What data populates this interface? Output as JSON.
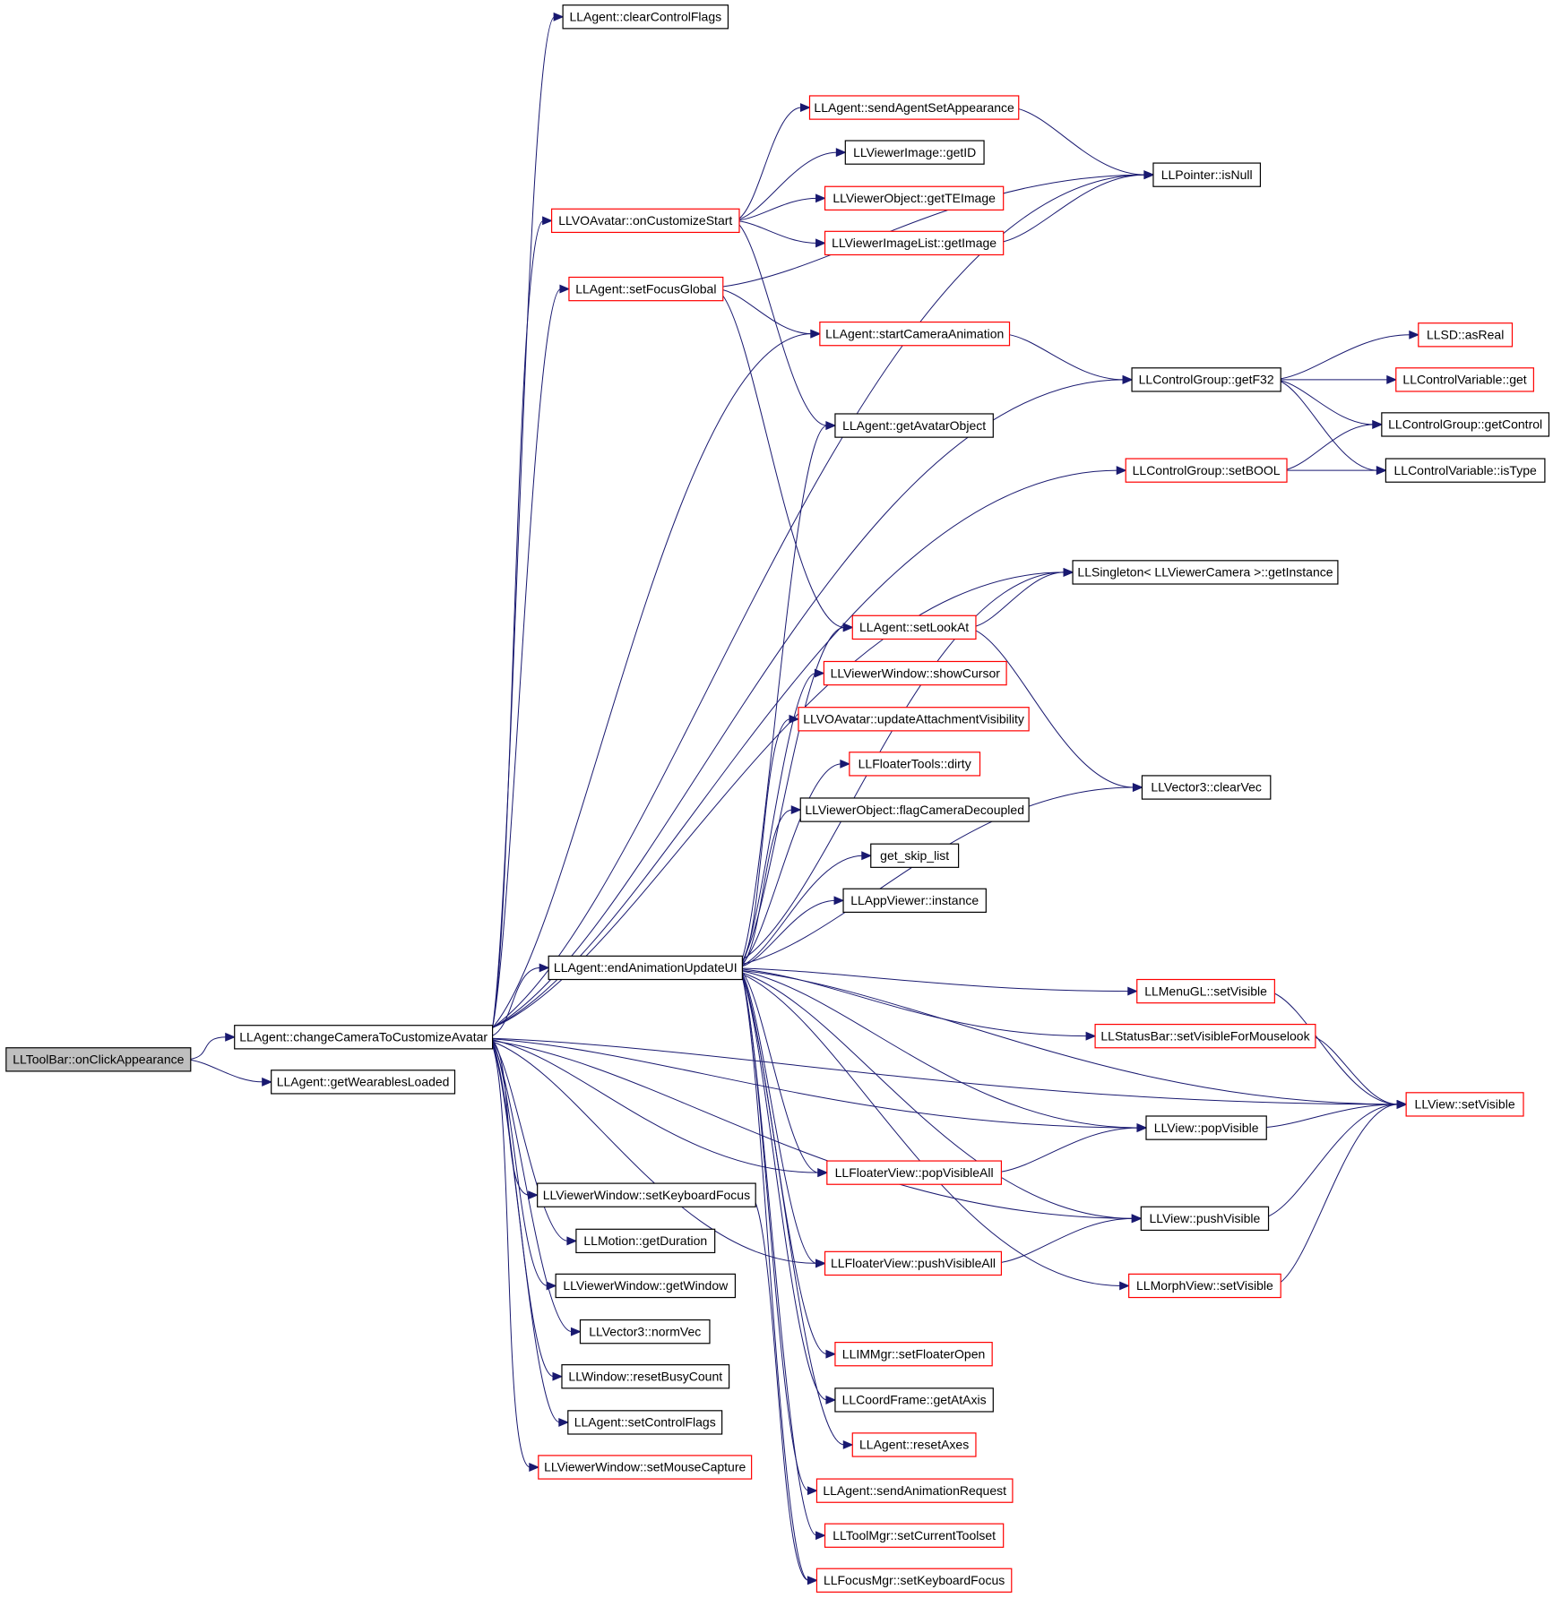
{
  "diagram": {
    "type": "call-graph",
    "colors": {
      "edge": "#191970",
      "node_border_documented": "#000000",
      "node_border_undocumented": "#ff0000",
      "root_fill": "#bfbfbf",
      "background": "#ffffff"
    },
    "nodes": [
      {
        "id": "root",
        "label": "LLToolBar::onClickAppearance",
        "border": "black",
        "root": true
      },
      {
        "id": "ccta",
        "label": "LLAgent::changeCameraToCustomizeAvatar",
        "border": "black"
      },
      {
        "id": "gwl",
        "label": "LLAgent::getWearablesLoaded",
        "border": "black"
      },
      {
        "id": "ccf",
        "label": "LLAgent::clearControlFlags",
        "border": "black"
      },
      {
        "id": "sasa",
        "label": "LLAgent::sendAgentSetAppearance",
        "border": "red"
      },
      {
        "id": "vigid",
        "label": "LLViewerImage::getID",
        "border": "black"
      },
      {
        "id": "isnull",
        "label": "LLPointer::isNull",
        "border": "black"
      },
      {
        "id": "gtei",
        "label": "LLViewerObject::getTEImage",
        "border": "red"
      },
      {
        "id": "ocs",
        "label": "LLVOAvatar::onCustomizeStart",
        "border": "red"
      },
      {
        "id": "vilgi",
        "label": "LLViewerImageList::getImage",
        "border": "red"
      },
      {
        "id": "sfg",
        "label": "LLAgent::setFocusGlobal",
        "border": "red"
      },
      {
        "id": "sca",
        "label": "LLAgent::startCameraAnimation",
        "border": "red"
      },
      {
        "id": "asreal",
        "label": "LLSD::asReal",
        "border": "red"
      },
      {
        "id": "getf32",
        "label": "LLControlGroup::getF32",
        "border": "black"
      },
      {
        "id": "cvget",
        "label": "LLControlVariable::get",
        "border": "red"
      },
      {
        "id": "gao",
        "label": "LLAgent::getAvatarObject",
        "border": "black"
      },
      {
        "id": "getcontrol",
        "label": "LLControlGroup::getControl",
        "border": "black"
      },
      {
        "id": "setbool",
        "label": "LLControlGroup::setBOOL",
        "border": "red"
      },
      {
        "id": "istype",
        "label": "LLControlVariable::isType",
        "border": "black"
      },
      {
        "id": "singleton",
        "label": "LLSingleton< LLViewerCamera >::getInstance",
        "border": "black"
      },
      {
        "id": "setlookat",
        "label": "LLAgent::setLookAt",
        "border": "red"
      },
      {
        "id": "showcursor",
        "label": "LLViewerWindow::showCursor",
        "border": "red"
      },
      {
        "id": "uav",
        "label": "LLVOAvatar::updateAttachmentVisibility",
        "border": "red"
      },
      {
        "id": "ftdirty",
        "label": "LLFloaterTools::dirty",
        "border": "red"
      },
      {
        "id": "clearvec",
        "label": "LLVector3::clearVec",
        "border": "black"
      },
      {
        "id": "fcd",
        "label": "LLViewerObject::flagCameraDecoupled",
        "border": "black"
      },
      {
        "id": "skiplist",
        "label": "get_skip_list",
        "border": "black"
      },
      {
        "id": "appinst",
        "label": "LLAppViewer::instance",
        "border": "black"
      },
      {
        "id": "eaui",
        "label": "LLAgent::endAnimationUpdateUI",
        "border": "black"
      },
      {
        "id": "menusv",
        "label": "LLMenuGL::setVisible",
        "border": "red"
      },
      {
        "id": "statusbar",
        "label": "LLStatusBar::setVisibleForMouselook",
        "border": "red"
      },
      {
        "id": "viewsv",
        "label": "LLView::setVisible",
        "border": "red"
      },
      {
        "id": "popvis",
        "label": "LLView::popVisible",
        "border": "black"
      },
      {
        "id": "fvpop",
        "label": "LLFloaterView::popVisibleAll",
        "border": "red"
      },
      {
        "id": "vwskf",
        "label": "LLViewerWindow::setKeyboardFocus",
        "border": "black"
      },
      {
        "id": "pushvis",
        "label": "LLView::pushVisible",
        "border": "black"
      },
      {
        "id": "motiondur",
        "label": "LLMotion::getDuration",
        "border": "black"
      },
      {
        "id": "fvpush",
        "label": "LLFloaterView::pushVisibleAll",
        "border": "red"
      },
      {
        "id": "vwgw",
        "label": "LLViewerWindow::getWindow",
        "border": "black"
      },
      {
        "id": "morphsv",
        "label": "LLMorphView::setVisible",
        "border": "red"
      },
      {
        "id": "normvec",
        "label": "LLVector3::normVec",
        "border": "black"
      },
      {
        "id": "imsfo",
        "label": "LLIMMgr::setFloaterOpen",
        "border": "red"
      },
      {
        "id": "rbc",
        "label": "LLWindow::resetBusyCount",
        "border": "black"
      },
      {
        "id": "cfgat",
        "label": "LLCoordFrame::getAtAxis",
        "border": "black"
      },
      {
        "id": "scf",
        "label": "LLAgent::setControlFlags",
        "border": "black"
      },
      {
        "id": "resetaxes",
        "label": "LLAgent::resetAxes",
        "border": "red"
      },
      {
        "id": "vwsmc",
        "label": "LLViewerWindow::setMouseCapture",
        "border": "red"
      },
      {
        "id": "sar",
        "label": "LLAgent::sendAnimationRequest",
        "border": "red"
      },
      {
        "id": "tmsct",
        "label": "LLToolMgr::setCurrentToolset",
        "border": "red"
      },
      {
        "id": "fmskf",
        "label": "LLFocusMgr::setKeyboardFocus",
        "border": "red"
      }
    ],
    "edges": [
      [
        "root",
        "ccta"
      ],
      [
        "root",
        "gwl"
      ],
      [
        "ccta",
        "ccf"
      ],
      [
        "ccta",
        "isnull"
      ],
      [
        "ccta",
        "ocs"
      ],
      [
        "ccta",
        "sfg"
      ],
      [
        "ccta",
        "sca"
      ],
      [
        "ccta",
        "getf32"
      ],
      [
        "ccta",
        "setbool"
      ],
      [
        "ccta",
        "singleton"
      ],
      [
        "ccta",
        "eaui"
      ],
      [
        "ccta",
        "viewsv"
      ],
      [
        "ccta",
        "popvis"
      ],
      [
        "ccta",
        "fvpop"
      ],
      [
        "ccta",
        "vwskf"
      ],
      [
        "ccta",
        "pushvis"
      ],
      [
        "ccta",
        "motiondur"
      ],
      [
        "ccta",
        "fvpush"
      ],
      [
        "ccta",
        "vwgw"
      ],
      [
        "ccta",
        "normvec"
      ],
      [
        "ccta",
        "rbc"
      ],
      [
        "ccta",
        "scf"
      ],
      [
        "ccta",
        "vwsmc"
      ],
      [
        "ocs",
        "sasa"
      ],
      [
        "ocs",
        "vigid"
      ],
      [
        "ocs",
        "gtei"
      ],
      [
        "ocs",
        "vilgi"
      ],
      [
        "ocs",
        "gao"
      ],
      [
        "sasa",
        "isnull"
      ],
      [
        "vilgi",
        "isnull"
      ],
      [
        "sfg",
        "isnull"
      ],
      [
        "sfg",
        "sca"
      ],
      [
        "sfg",
        "setlookat"
      ],
      [
        "sca",
        "getf32"
      ],
      [
        "getf32",
        "asreal"
      ],
      [
        "getf32",
        "cvget"
      ],
      [
        "getf32",
        "getcontrol"
      ],
      [
        "getf32",
        "istype"
      ],
      [
        "setbool",
        "getcontrol"
      ],
      [
        "setbool",
        "istype"
      ],
      [
        "setlookat",
        "singleton"
      ],
      [
        "setlookat",
        "clearvec"
      ],
      [
        "eaui",
        "gao"
      ],
      [
        "eaui",
        "singleton"
      ],
      [
        "eaui",
        "setlookat"
      ],
      [
        "eaui",
        "showcursor"
      ],
      [
        "eaui",
        "uav"
      ],
      [
        "eaui",
        "ftdirty"
      ],
      [
        "eaui",
        "fcd"
      ],
      [
        "eaui",
        "skiplist"
      ],
      [
        "eaui",
        "appinst"
      ],
      [
        "eaui",
        "clearvec"
      ],
      [
        "eaui",
        "menusv"
      ],
      [
        "eaui",
        "statusbar"
      ],
      [
        "eaui",
        "viewsv"
      ],
      [
        "eaui",
        "popvis"
      ],
      [
        "eaui",
        "fvpop"
      ],
      [
        "eaui",
        "pushvis"
      ],
      [
        "eaui",
        "fvpush"
      ],
      [
        "eaui",
        "morphsv"
      ],
      [
        "eaui",
        "imsfo"
      ],
      [
        "eaui",
        "cfgat"
      ],
      [
        "eaui",
        "resetaxes"
      ],
      [
        "eaui",
        "sar"
      ],
      [
        "eaui",
        "tmsct"
      ],
      [
        "eaui",
        "fmskf"
      ],
      [
        "vwskf",
        "fmskf"
      ],
      [
        "menusv",
        "viewsv"
      ],
      [
        "statusbar",
        "viewsv"
      ],
      [
        "popvis",
        "viewsv"
      ],
      [
        "fvpop",
        "popvis"
      ],
      [
        "pushvis",
        "viewsv"
      ],
      [
        "fvpush",
        "pushvis"
      ],
      [
        "morphsv",
        "viewsv"
      ]
    ]
  }
}
